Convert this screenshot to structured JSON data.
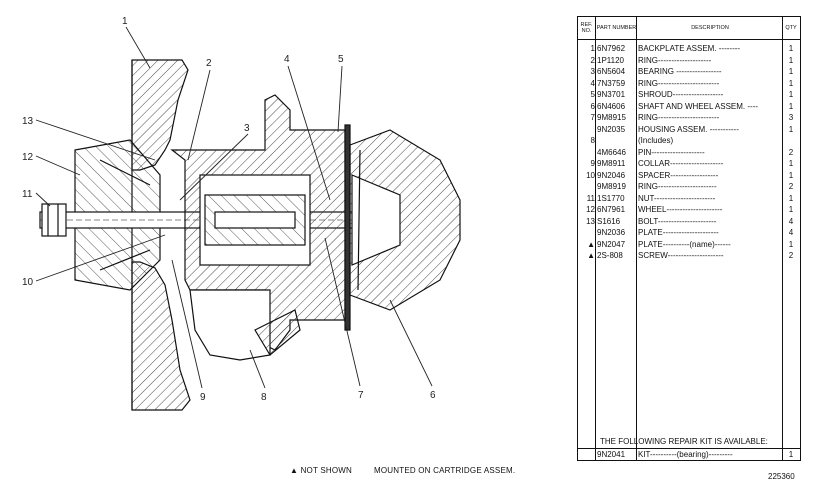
{
  "callouts": [
    "1",
    "2",
    "3",
    "4",
    "5",
    "6",
    "7",
    "8",
    "9",
    "10",
    "11",
    "12",
    "13"
  ],
  "table": {
    "headers": {
      "ref": "REF. NO.",
      "part": "PART NUMBER",
      "desc": "DESCRIPTION",
      "qty": "QTY"
    },
    "rows": [
      {
        "ref": "1",
        "part": "6N7962",
        "desc": "BACKPLATE ASSEM. --------",
        "qty": "1"
      },
      {
        "ref": "2",
        "part": "1P1120",
        "desc": "RING--------------------",
        "qty": "1"
      },
      {
        "ref": "3",
        "part": "6N5604",
        "desc": "BEARING -----------------",
        "qty": "1"
      },
      {
        "ref": "4",
        "part": "7N3759",
        "desc": "RING-----------------------",
        "qty": "1"
      },
      {
        "ref": "5",
        "part": "9N3701",
        "desc": "SHROUD-------------------",
        "qty": "1"
      },
      {
        "ref": "6",
        "part": "6N4606",
        "desc": "SHAFT AND WHEEL ASSEM. ----",
        "qty": "1"
      },
      {
        "ref": "7",
        "part": "9M8915",
        "desc": "RING-----------------------",
        "qty": "3"
      },
      {
        "ref": "",
        "part": "9N2035",
        "desc": "HOUSING ASSEM. -----------",
        "qty": "1"
      },
      {
        "ref": "8",
        "part": "",
        "desc": "(Includes)",
        "qty": ""
      },
      {
        "ref": "",
        "part": "4M6646",
        "desc": "PIN--------------------",
        "qty": "2"
      },
      {
        "ref": "9",
        "part": "9M8911",
        "desc": "COLLAR--------------------",
        "qty": "1"
      },
      {
        "ref": "10",
        "part": "9N2046",
        "desc": "SPACER------------------",
        "qty": "1"
      },
      {
        "ref": "",
        "part": "9M8919",
        "desc": "RING----------------------",
        "qty": "2"
      },
      {
        "ref": "11",
        "part": "1S1770",
        "desc": "NUT-----------------------",
        "qty": "1"
      },
      {
        "ref": "12",
        "part": "6N7961",
        "desc": "WHEEL---------------------",
        "qty": "1"
      },
      {
        "ref": "13",
        "part": "S1616",
        "desc": "BOLT----------------------",
        "qty": "4"
      },
      {
        "ref": "",
        "part": "9N2036",
        "desc": "PLATE---------------------",
        "qty": "4"
      },
      {
        "ref": "▲",
        "part": "9N2047",
        "desc": "PLATE----------(name)------",
        "qty": "1"
      },
      {
        "ref": "▲",
        "part": "2S-808",
        "desc": "SCREW---------------------",
        "qty": "2"
      }
    ],
    "kit_note": "THE FOLLOWING REPAIR KIT IS AVAILABLE:",
    "kit": {
      "part": "9N2041",
      "desc": "KIT----------(bearing)---------",
      "qty": "1"
    }
  },
  "footnote": {
    "symbol": "▲",
    "not_shown": "NOT SHOWN",
    "mounted": "MOUNTED ON CARTRIDGE ASSEM."
  },
  "drawing_number": "225360"
}
